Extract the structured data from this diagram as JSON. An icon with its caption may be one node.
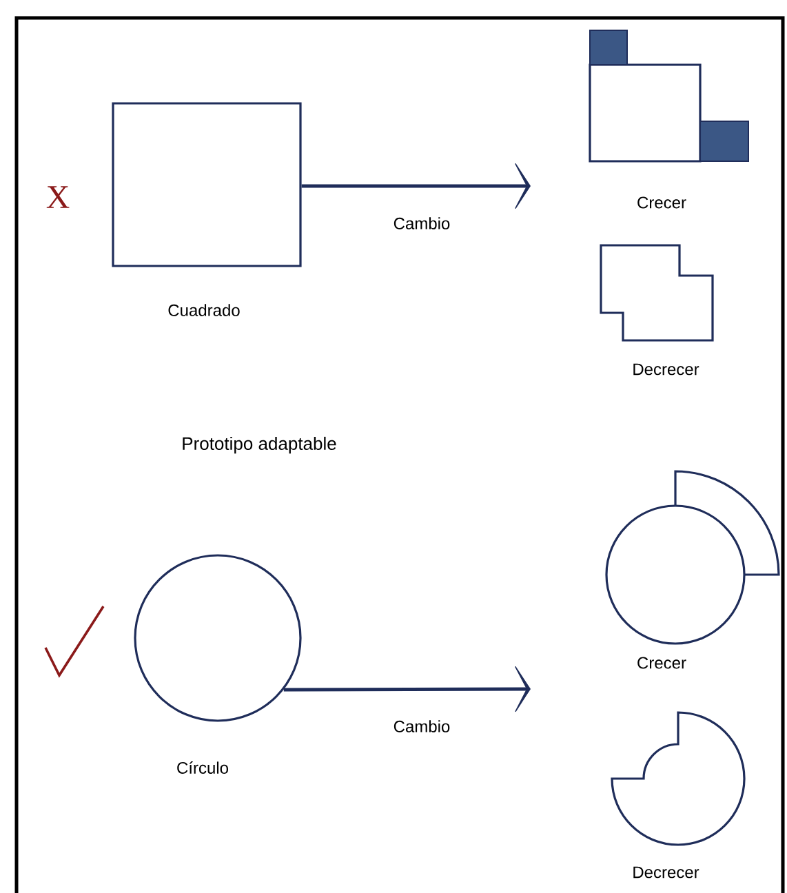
{
  "diagram": {
    "nodes": [
      {
        "text": [],
        "shape": "box",
        "beside": [
          "Cuadrado"
        ]
      },
      {
        "text": [],
        "shape": "box",
        "beside": [
          "Crecer"
        ]
      },
      {
        "text": [],
        "shape": "box",
        "beside": [
          "Decrecer"
        ]
      },
      {
        "text": [],
        "shape": "circle",
        "beside": [
          "Círculo"
        ]
      },
      {
        "text": [],
        "shape": "circle",
        "beside": [
          "Crecer"
        ]
      },
      {
        "text": [],
        "shape": "circle",
        "beside": [
          "Decrecer"
        ]
      }
    ],
    "edges": [
      {
        "from": 0,
        "to": null,
        "arrow": "to",
        "label": "Cambio"
      },
      {
        "from": 3,
        "to": null,
        "arrow": "to",
        "label": "Cambio"
      }
    ],
    "labels": [
      "X",
      "Prototipo adaptable"
    ]
  }
}
